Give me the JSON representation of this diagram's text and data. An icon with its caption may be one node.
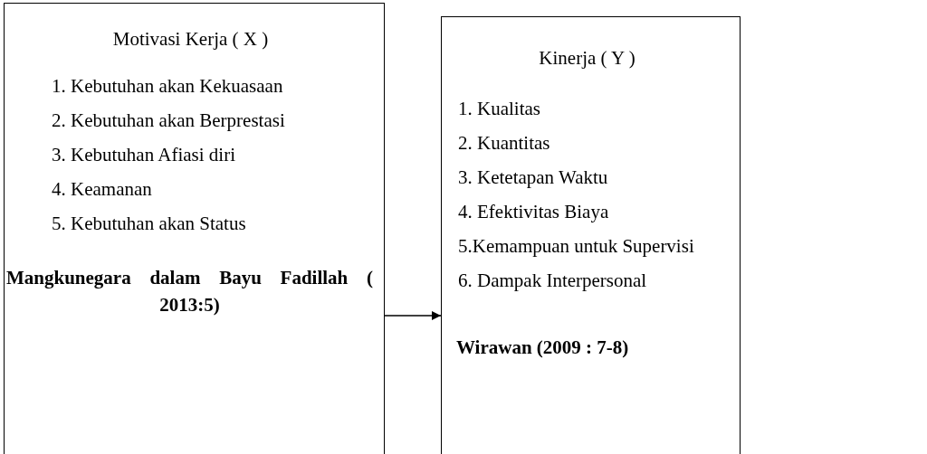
{
  "diagram": {
    "nodes": [
      {
        "text": [
          "Motivasi Kerja ( X )",
          "1. Kebutuhan akan Kekuasaan",
          "2. Kebutuhan akan Berprestasi",
          "3. Kebutuhan Afiasi diri",
          "4. Keamanan",
          "5. Kebutuhan akan Status",
          "Mangkunegara dalam Bayu Fadillah ( 2013:5)"
        ]
      },
      {
        "text": [
          "Kinerja ( Y )",
          "1. Kualitas",
          "2. Kuantitas",
          "3. Ketetapan Waktu",
          "4. Efektivitas Biaya",
          "5.Kemampuan untuk Supervisi",
          "6. Dampak Interpersonal",
          "Wirawan (2009 : 7-8)"
        ]
      }
    ],
    "edges": [
      {
        "from": 0,
        "to": 1,
        "arrow": "to"
      }
    ]
  }
}
